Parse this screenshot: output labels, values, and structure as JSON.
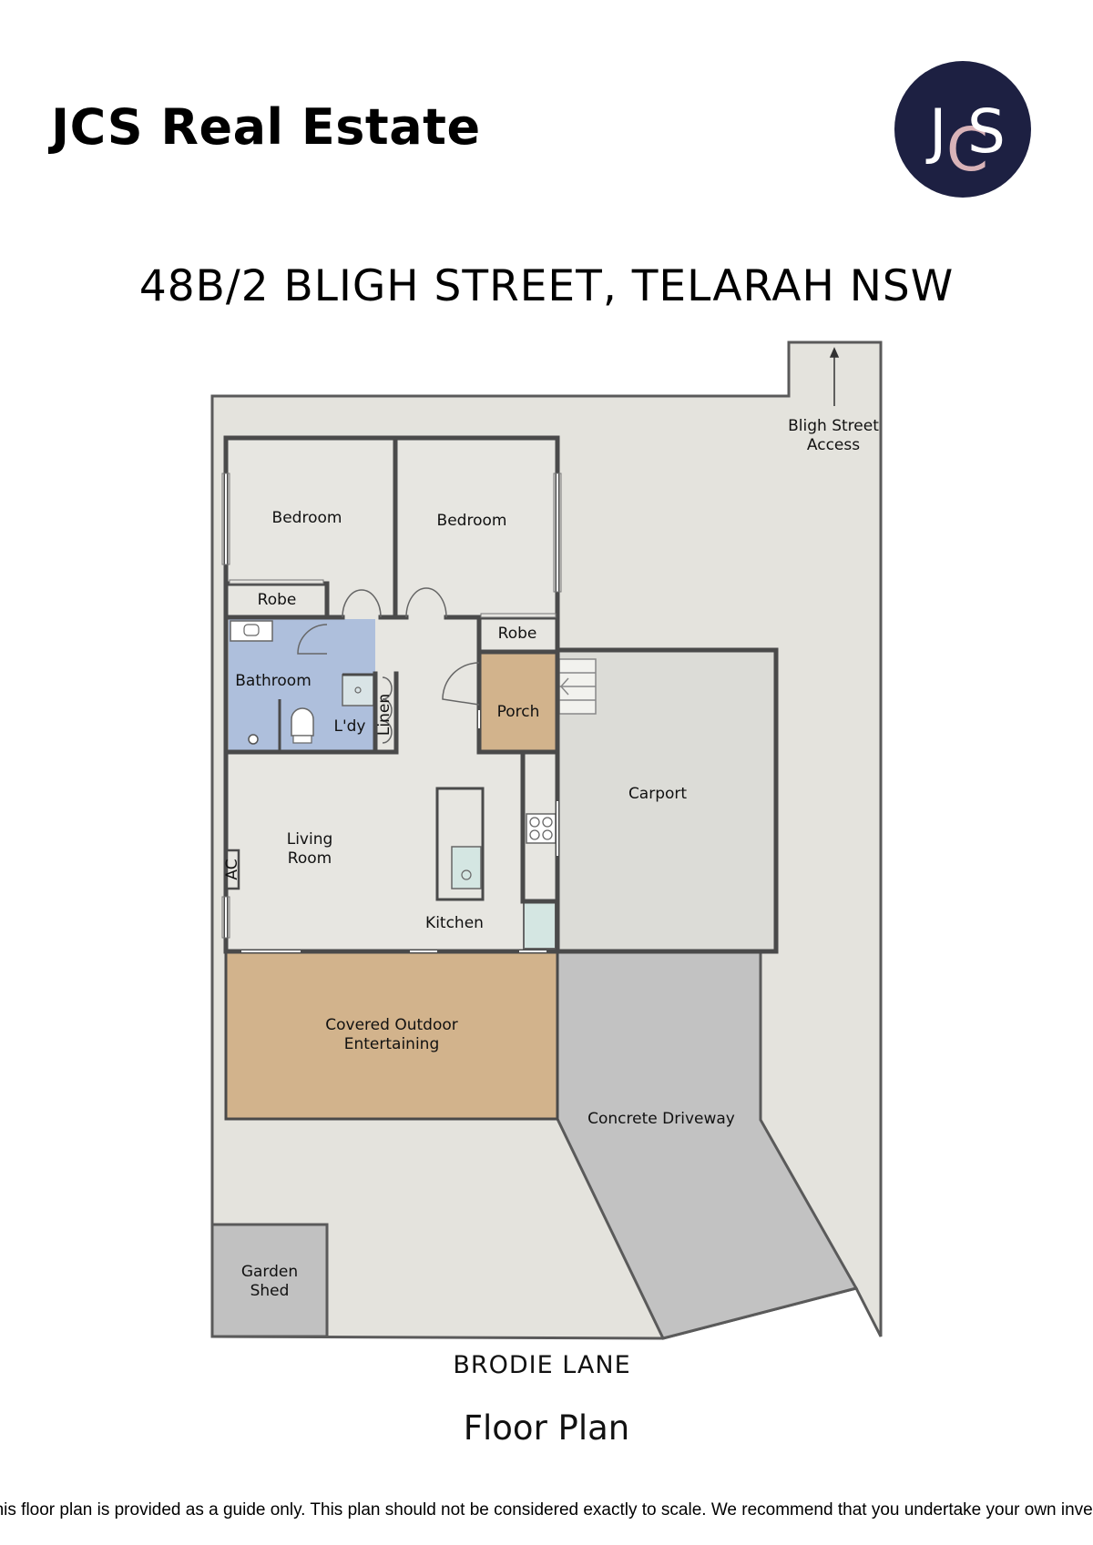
{
  "header": {
    "brand_name": "JCS Real Estate",
    "logo_letters": "JCS",
    "address": "48B/2 BLIGH STREET, TELARAH NSW"
  },
  "colors": {
    "logo_background": "#1d2042",
    "logo_accent": "#d9b3b8",
    "lot": "#e4e3dd",
    "interior": "#e7e6e1",
    "carport": "#dcdcd7",
    "wet_area": "#aebfdc",
    "timber": "#d2b38c",
    "concrete": "#c2c2c2",
    "shed": "#c1c1c1",
    "wall": "#4a4a4a"
  },
  "plan": {
    "rooms": {
      "bedroom_1": "Bedroom",
      "bedroom_2": "Bedroom",
      "robe_1": "Robe",
      "robe_2": "Robe",
      "bathroom": "Bathroom",
      "laundry": "L'dy",
      "linen": "Linen",
      "porch": "Porch",
      "carport": "Carport",
      "living_line1": "Living",
      "living_line2": "Room",
      "kitchen": "Kitchen",
      "ac": "AC",
      "outdoor_line1": "Covered Outdoor",
      "outdoor_line2": "Entertaining",
      "driveway": "Concrete Driveway",
      "shed_line1": "Garden",
      "shed_line2": "Shed",
      "access_line1": "Bligh Street",
      "access_line2": "Access"
    },
    "street_name": "BRODIE LANE",
    "title": "Floor Plan"
  },
  "footer": {
    "disclaimer": "This floor plan is provided as a guide only.  This plan should not be considered exactly to scale.  We recommend that you undertake your own investigations."
  }
}
